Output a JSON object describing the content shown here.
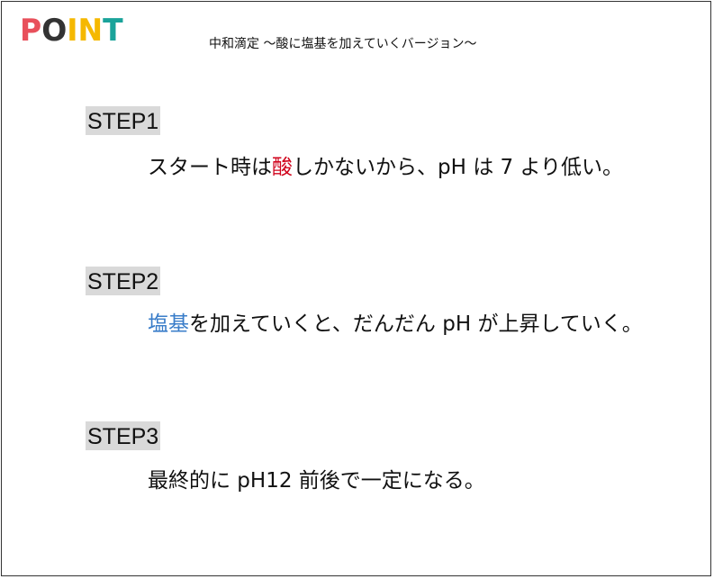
{
  "logo": {
    "letters": [
      {
        "char": "P",
        "color": "#e8505b"
      },
      {
        "char": "O",
        "color": "#333333"
      },
      {
        "char": "I",
        "color": "#f5b800"
      },
      {
        "char": "N",
        "color": "#f5b800"
      },
      {
        "char": "T",
        "color": "#1aa39a"
      }
    ]
  },
  "subtitle": "中和滴定 〜酸に塩基を加えていくバージョン〜",
  "steps": [
    {
      "label": "STEP1",
      "pre": "スタート時は",
      "highlight": "酸",
      "post": "しかないから、pH は 7 より低い。",
      "highlight_color": "#d0021b"
    },
    {
      "label": "STEP2",
      "pre": "",
      "highlight": "塩基",
      "post": "を加えていくと、だんだん pH が上昇していく。",
      "highlight_color": "#3a7dc9"
    },
    {
      "label": "STEP3",
      "pre": "最終的に pH12 前後で一定になる。"
    }
  ]
}
